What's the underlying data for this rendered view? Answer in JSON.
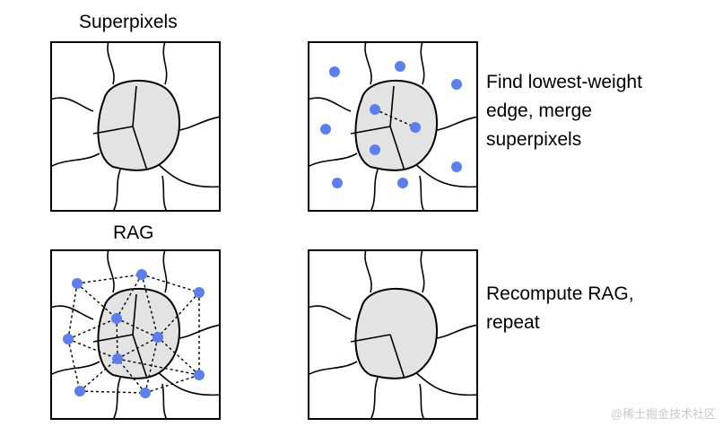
{
  "labels": {
    "superpixels": "Superpixels",
    "rag": "RAG",
    "merge_step": [
      "Find lowest-weight",
      "edge, merge",
      "superpixels"
    ],
    "recompute_step": [
      "Recompute RAG,",
      "repeat"
    ]
  },
  "watermark": "@稀土掘金技术社区",
  "colors": {
    "region_fill": "#e3e3e3",
    "node": "#5b7ff0",
    "stroke": "#000000"
  }
}
